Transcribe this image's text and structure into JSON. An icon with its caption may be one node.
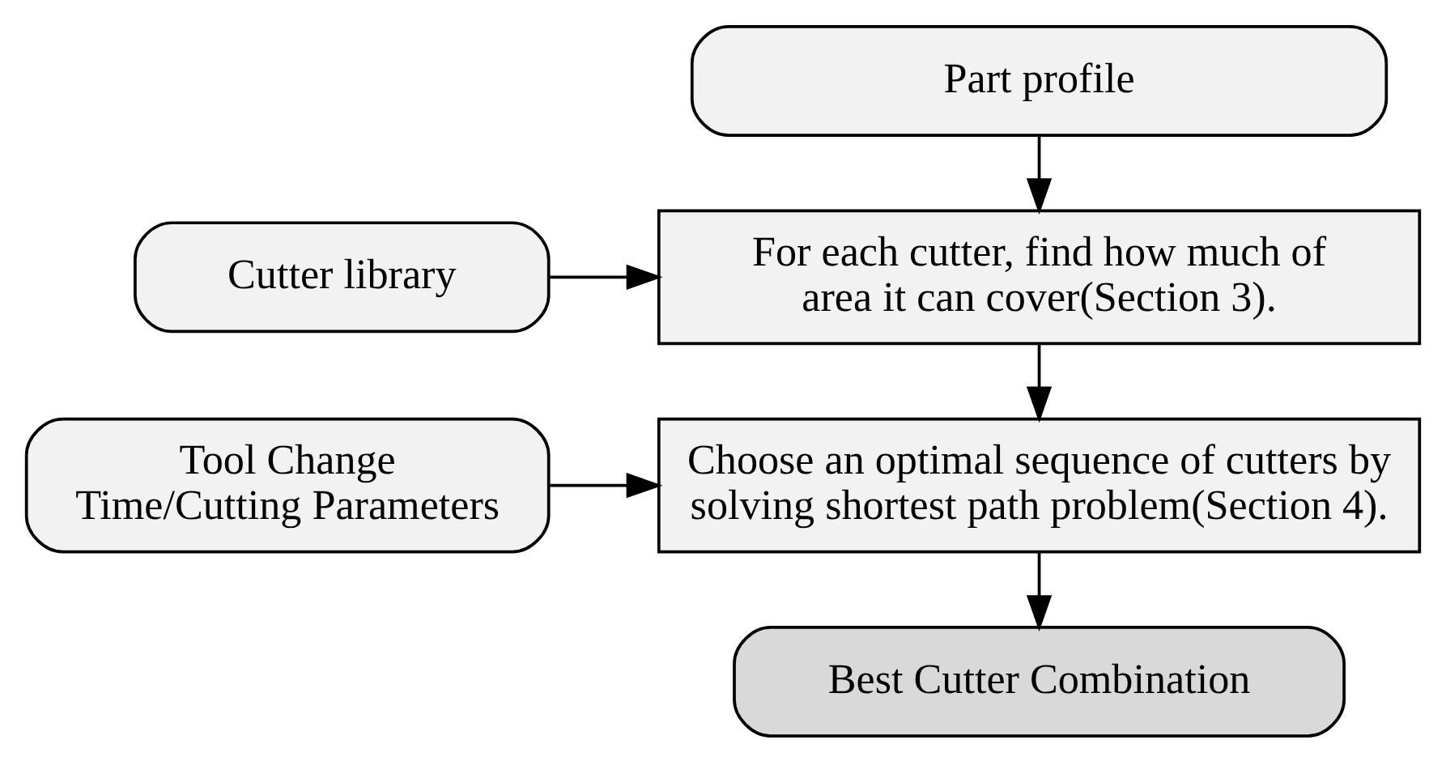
{
  "diagram": {
    "nodes": [
      {
        "text": [
          "Part profile"
        ]
      },
      {
        "text": [
          "Cutter library"
        ]
      },
      {
        "text": [
          "For each cutter, find how much of area it can cover(Section 3)."
        ]
      },
      {
        "text": [
          "Tool Change Time/Cutting Parameters"
        ]
      },
      {
        "text": [
          "Choose an optimal sequence of cutters by solving shortest path problem(Section 4)."
        ]
      },
      {
        "text": [
          "Best Cutter Combination"
        ]
      }
    ],
    "edges": [
      {
        "from": 0,
        "to": 2,
        "arrow": "to"
      },
      {
        "from": 1,
        "to": 2,
        "arrow": "to"
      },
      {
        "from": 2,
        "to": 4,
        "arrow": "to"
      },
      {
        "from": 3,
        "to": 4,
        "arrow": "to"
      },
      {
        "from": 4,
        "to": 5,
        "arrow": "to"
      }
    ]
  }
}
